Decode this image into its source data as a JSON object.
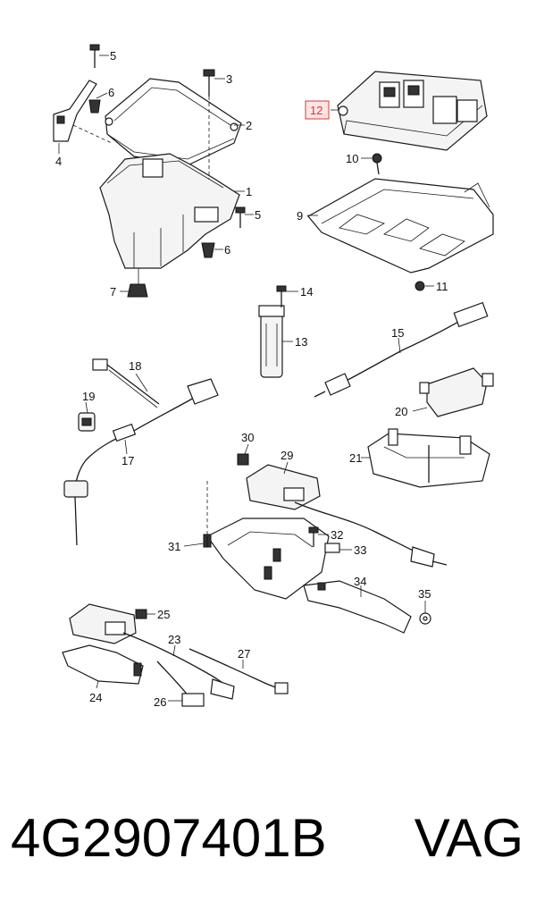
{
  "diagram": {
    "highlight_callout": "12",
    "callouts": {
      "c1": "1",
      "c2": "2",
      "c3": "3",
      "c4": "4",
      "c5a": "5",
      "c5b": "5",
      "c6a": "6",
      "c6b": "6",
      "c7": "7",
      "c9": "9",
      "c10": "10",
      "c11": "11",
      "c12": "12",
      "c13": "13",
      "c14": "14",
      "c15": "15",
      "c17": "17",
      "c18": "18",
      "c19": "19",
      "c20": "20",
      "c21": "21",
      "c23": "23",
      "c24": "24",
      "c25": "25",
      "c26": "26",
      "c27": "27",
      "c29": "29",
      "c30": "30",
      "c31": "31",
      "c32": "32",
      "c33": "33",
      "c34": "34",
      "c35": "35"
    },
    "colors": {
      "highlight": "#d43b3b",
      "highlight_fill": "#fde4e4",
      "line": "#1a1a1a"
    }
  },
  "footer": {
    "part_number": "4G2907401B",
    "brand": "VAG"
  }
}
